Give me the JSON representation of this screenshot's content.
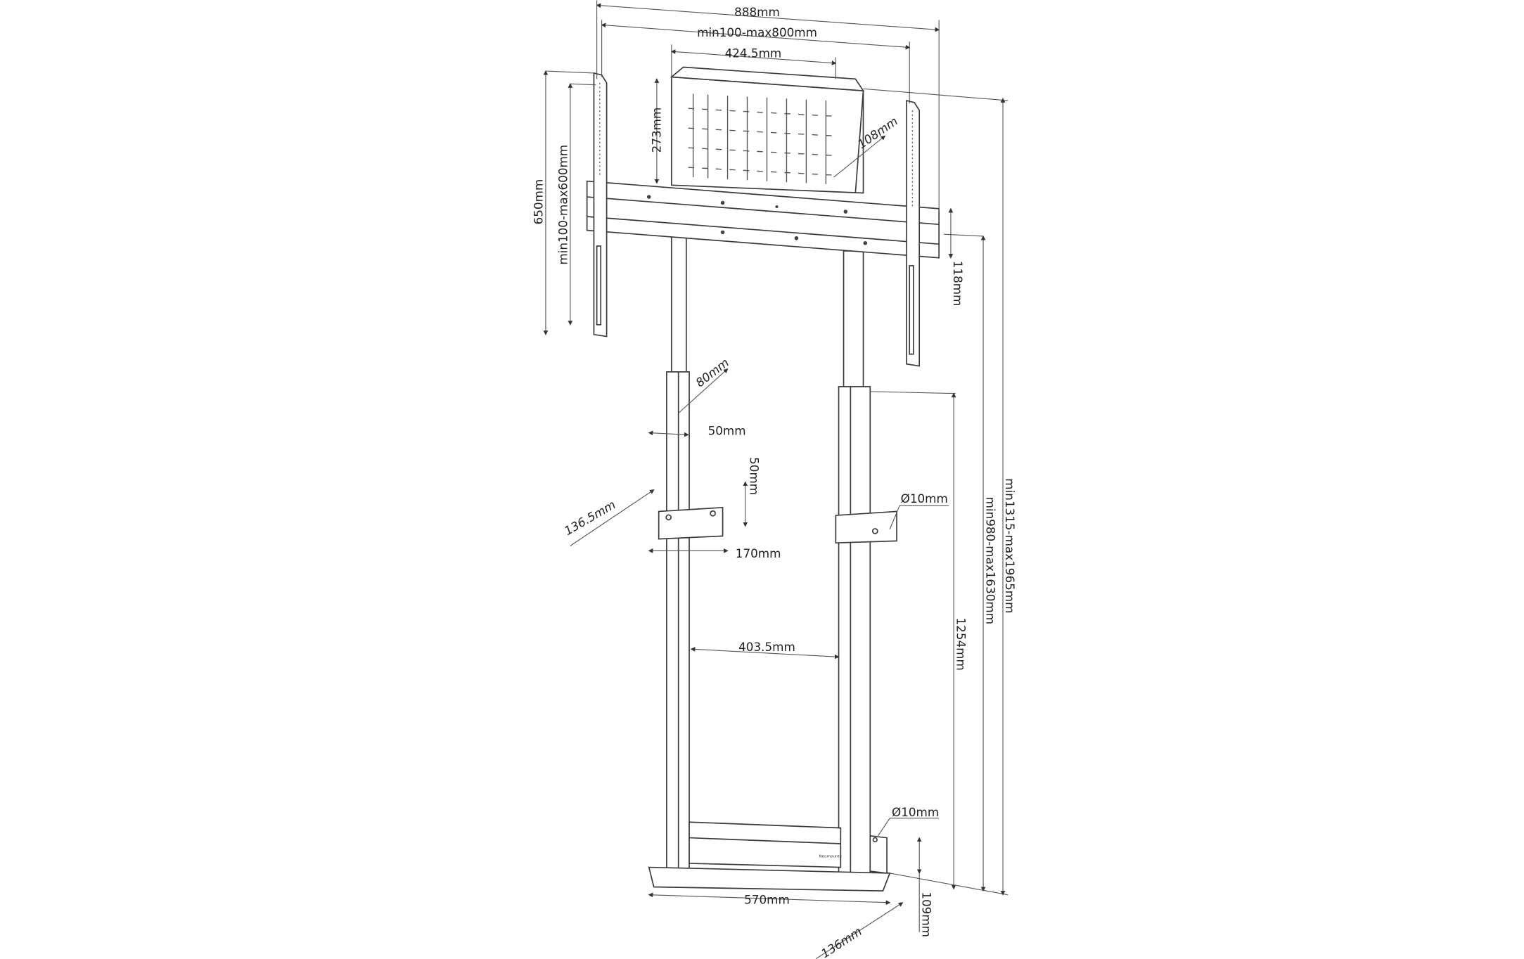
{
  "labels": {
    "overall_width": "888mm",
    "vesa_width": "min100-max800mm",
    "shelf_width": "424.5mm",
    "shelf_height": "273mm",
    "shelf_depth": "108mm",
    "bracket_height": "650mm",
    "vesa_height": "min100-max600mm",
    "crossbar_height": "118mm",
    "column_depth": "80mm",
    "column_width": "50mm",
    "clamp_height": "50mm",
    "clamp_depth": "136.5mm",
    "clamp_hole": "Ø10mm",
    "clamp_width": "170mm",
    "column_gap": "403.5mm",
    "column_height": "1254mm",
    "vesa_center_height": "min980-max1630mm",
    "total_height": "min1315-max1965mm",
    "base_hole": "Ø10mm",
    "base_width": "570mm",
    "base_height": "109mm",
    "base_depth": "136mm"
  },
  "logo": "Neomounts",
  "colors": {
    "line": "#3a3a3a",
    "background": "#ffffff"
  }
}
